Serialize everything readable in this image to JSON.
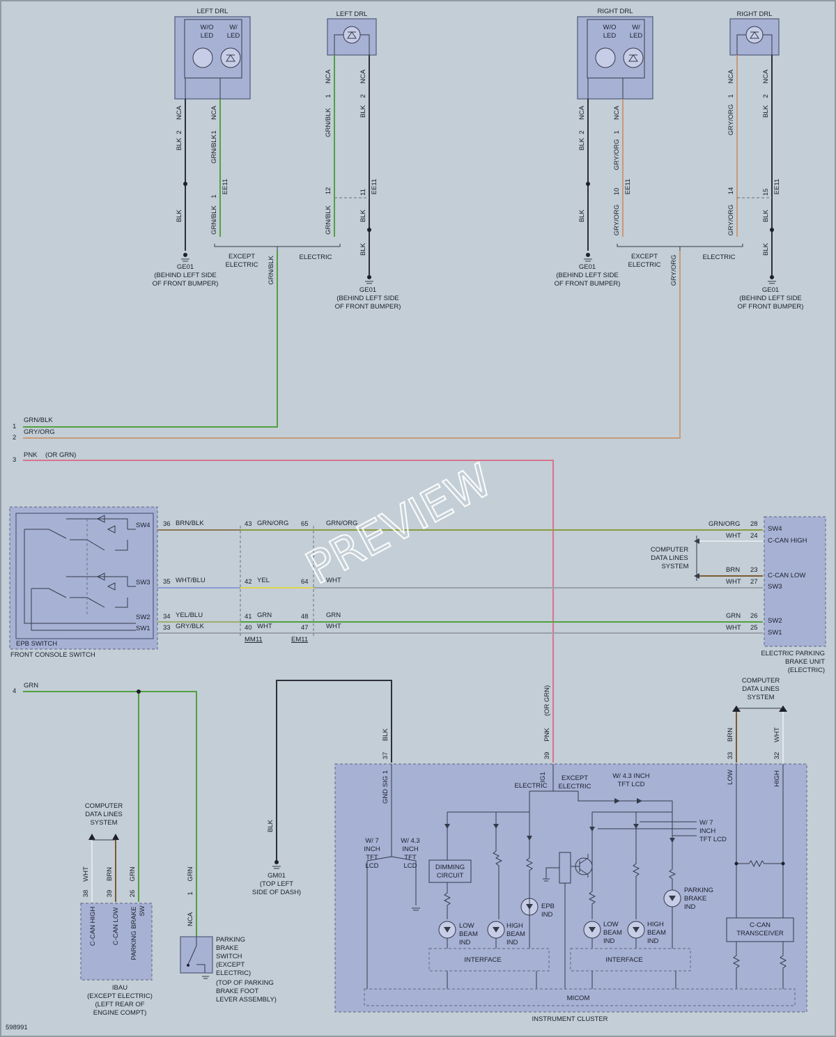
{
  "doc_id": "598991",
  "watermark": "PREVIEW",
  "colors": {
    "background": "#c3ced6",
    "component_fill": "#a7b1d4",
    "wire_blk": "#2c2f36",
    "wire_grn": "#52a040",
    "wire_gry_org": "#c89a78",
    "wire_pnk": "#d7748e"
  },
  "drl": {
    "left_drl_1": {
      "title": "LEFT DRL",
      "wo_led": "W/O",
      "wo_led2": "LED",
      "w_led": "W/",
      "w_led2": "LED",
      "pin_a": {
        "conn": "NCA",
        "pin": "2",
        "wire": "BLK"
      },
      "pin_b": {
        "conn": "NCA",
        "pin": "1",
        "wire": "GRN/BLK"
      },
      "splice_pin": "1",
      "splice_conn": "EE11",
      "lower_wire_a": "BLK",
      "lower_wire_b": "GRN/BLK"
    },
    "left_drl_2": {
      "title": "LEFT DRL",
      "pin_a": {
        "conn": "NCA",
        "pin": "1",
        "wire": "GRN/BLK"
      },
      "pin_b": {
        "conn": "NCA",
        "pin": "2",
        "wire": "BLK"
      },
      "splice_pin_a": "12",
      "splice_pin_b": "11",
      "splice_conn": "EE11",
      "lower_wire_a": "GRN/BLK",
      "lower_wire_b": "BLK",
      "lower_wire_c": "BLK"
    },
    "right_drl_1": {
      "title": "RIGHT DRL",
      "wo_led": "W/O",
      "wo_led2": "LED",
      "w_led": "W/",
      "w_led2": "LED",
      "pin_a": {
        "conn": "NCA",
        "pin": "2",
        "wire": "BLK"
      },
      "pin_b": {
        "conn": "NCA",
        "pin": "1",
        "wire": "GRY/ORG"
      },
      "splice_pin": "10",
      "splice_conn": "EE11",
      "lower_wire_a": "BLK",
      "lower_wire_b": "GRY/ORG"
    },
    "right_drl_2": {
      "title": "RIGHT DRL",
      "pin_a": {
        "conn": "NCA",
        "pin": "1",
        "wire": "GRY/ORG"
      },
      "pin_b": {
        "conn": "NCA",
        "pin": "2",
        "wire": "BLK"
      },
      "splice_pin_a": "14",
      "splice_pin_b": "15",
      "splice_conn": "EE11",
      "lower_wire_a": "GRY/ORG",
      "lower_wire_b": "BLK",
      "lower_wire_c": "BLK"
    },
    "except_electric_1": "EXCEPT",
    "except_electric_2": "ELECTRIC",
    "electric": "ELECTRIC",
    "wire_grn_blk": "GRN/BLK",
    "wire_gry_org": "GRY/ORG",
    "ground_name": "GE01",
    "ground_loc_1": "(BEHIND LEFT SIDE",
    "ground_loc_2": "OF FRONT BUMPER)"
  },
  "lines": {
    "l1": {
      "num": "1",
      "wire": "GRN/BLK"
    },
    "l2": {
      "num": "2",
      "wire": "GRY/ORG"
    },
    "l3": {
      "num": "3",
      "wire": "PNK",
      "alt": "(OR GRN)"
    },
    "l4": {
      "num": "4",
      "wire": "GRN"
    }
  },
  "epb": {
    "switch_name": "EPB SWITCH",
    "caption": "FRONT CONSOLE SWITCH",
    "sw4": "SW4",
    "sw3": "SW3",
    "sw2": "SW2",
    "sw1": "SW1",
    "row_sw4": {
      "p1": "36",
      "w1": "BRN/BLK",
      "p2": "43",
      "w2": "GRN/ORG",
      "p3": "65",
      "w3": "GRN/ORG",
      "w4": "GRN/ORG",
      "p4": "28"
    },
    "row_can_hi": {
      "wire": "WHT",
      "pin": "24"
    },
    "row_sw3": {
      "p1": "35",
      "w1": "WHT/BLU",
      "p2": "42",
      "w2": "YEL",
      "p3": "64",
      "w3": "WHT"
    },
    "row_can_lo": {
      "wire": "BRN",
      "pin": "23"
    },
    "row_sw3b": {
      "wire": "WHT",
      "pin": "27"
    },
    "row_sw2": {
      "p1": "34",
      "w1": "YEL/BLU",
      "p2": "41",
      "w2": "GRN",
      "p3": "48",
      "w3": "GRN",
      "w4": "GRN",
      "p4": "26"
    },
    "row_sw1": {
      "p1": "33",
      "w1": "GRY/BLK",
      "p2": "40",
      "w2": "WHT",
      "p3": "47",
      "w3": "WHT",
      "w4": "WHT",
      "p4": "25"
    },
    "conn_mm": "MM11",
    "conn_em": "EM11",
    "cdls_1": "COMPUTER",
    "cdls_2": "DATA LINES",
    "cdls_3": "SYSTEM",
    "unit_sw4": "SW4",
    "unit_canhi": "C-CAN HIGH",
    "unit_canlo": "C-CAN LOW",
    "unit_sw3": "SW3",
    "unit_sw2": "SW2",
    "unit_sw1": "SW1",
    "unit_1": "ELECTRIC PARKING",
    "unit_2": "BRAKE UNIT",
    "unit_3": "(ELECTRIC)"
  },
  "ibau": {
    "cdls_1": "COMPUTER",
    "cdls_2": "DATA LINES",
    "cdls_3": "SYSTEM",
    "p38": "38",
    "w38": "WHT",
    "p39": "39",
    "w39": "BRN",
    "p26": "26",
    "w26": "GRN",
    "t1": "C-CAN HIGH",
    "t2": "C-CAN LOW",
    "t3": "PARKING BRAKE",
    "t4": "SW",
    "name": "IBAU",
    "loc1": "(EXCEPT ELECTRIC)",
    "loc2": "(LEFT REAR OF",
    "loc3": "ENGINE COMPT)"
  },
  "pbswitch": {
    "wire": "GRN",
    "pin": "1",
    "conn": "NCA",
    "l1": "PARKING",
    "l2": "BRAKE",
    "l3": "SWITCH",
    "l4": "(EXCEPT",
    "l5": "ELECTRIC)",
    "l6": "(TOP OF PARKING",
    "l7": "BRAKE FOOT",
    "l8": "LEVER ASSEMBLY)"
  },
  "gm01": {
    "wire": "BLK",
    "name": "GM01",
    "loc1": "(TOP LEFT",
    "loc2": "SIDE OF DASH)"
  },
  "cluster": {
    "p37": "37",
    "w37": "BLK",
    "p39": "39",
    "w39": "PNK",
    "w39b": "(OR GRN)",
    "p33": "33",
    "w33": "BRN",
    "p32": "32",
    "w32": "WHT",
    "cdls_1": "COMPUTER",
    "cdls_2": "DATA LINES",
    "cdls_3": "SYSTEM",
    "gnd_sig": "GND SIG 1",
    "ig1": "IG1",
    "low": "LOW",
    "high": "HIGH",
    "electric": "ELECTRIC",
    "except_1": "EXCEPT",
    "except_2": "ELECTRIC",
    "w43_1": "W/ 4.3 INCH",
    "w43_2": "TFT LCD",
    "w7r_1": "W/ 7",
    "w7r_2": "INCH",
    "w7r_3": "TFT LCD",
    "w7l_1": "W/ 7",
    "w7l_2": "INCH",
    "w7l_3": "TFT",
    "w7l_4": "LCD",
    "w43l_1": "W/ 4.3",
    "w43l_2": "INCH",
    "w43l_3": "TFT",
    "w43l_4": "LCD",
    "dimming_1": "DIMMING",
    "dimming_2": "CIRCUIT",
    "epb_ind_1": "EPB",
    "epb_ind_2": "IND",
    "low_beam_1": "LOW",
    "low_beam_2": "BEAM",
    "low_beam_3": "IND",
    "high_beam_1": "HIGH",
    "high_beam_2": "BEAM",
    "high_beam_3": "IND",
    "pb_ind_1": "PARKING",
    "pb_ind_2": "BRAKE",
    "pb_ind_3": "IND",
    "interface": "INTERFACE",
    "micom": "MICOM",
    "ccan_1": "C-CAN",
    "ccan_2": "TRANSCEIVER",
    "name": "INSTRUMENT CLUSTER"
  }
}
